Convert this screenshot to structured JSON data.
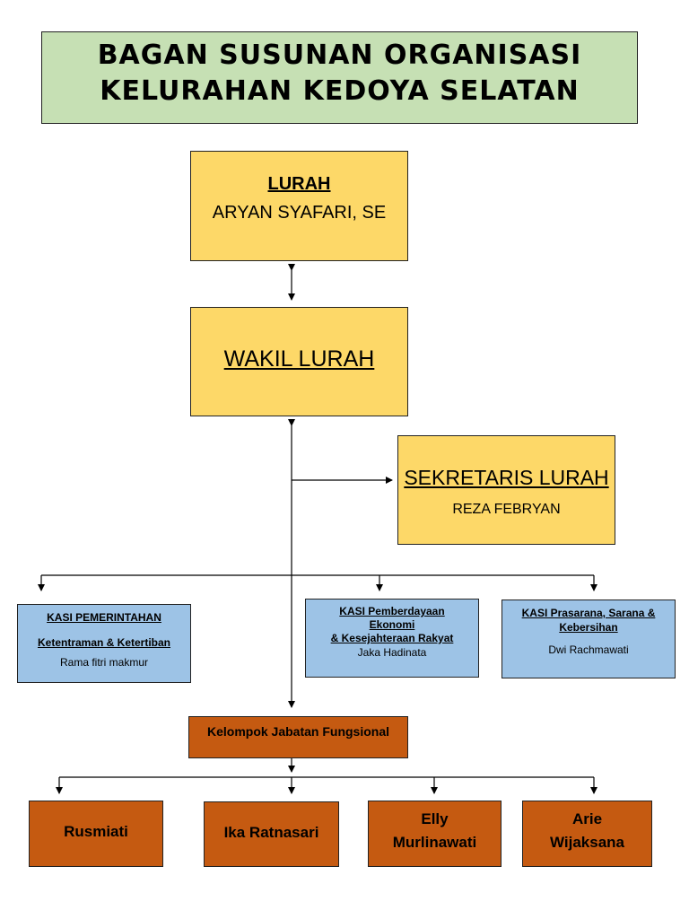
{
  "title": {
    "line1": "BAGAN SUSUNAN ORGANISASI",
    "line2": "KELURAHAN KEDOYA SELATAN"
  },
  "lurah": {
    "position": "LURAH",
    "name": "ARYAN SYAFARI, SE"
  },
  "wakil_lurah": {
    "position": "WAKIL LURAH"
  },
  "sekretaris": {
    "position": "SEKRETARIS LURAH",
    "name": "REZA FEBRYAN"
  },
  "kasi": [
    {
      "line1": "KASI PEMERINTAHAN",
      "line2": "Ketentraman & Ketertiban",
      "name": "Rama fitri makmur"
    },
    {
      "line1": "KASI Pemberdayaan",
      "line2": "Ekonomi",
      "line3": "& Kesejahteraan Rakyat",
      "name": "Jaka Hadinata"
    },
    {
      "line1": "KASI Prasarana, Sarana &",
      "line2": "Kebersihan",
      "name": "Dwi Rachmawati"
    }
  ],
  "fungsional": {
    "label": "Kelompok Jabatan Fungsional"
  },
  "staff": [
    {
      "line1": "Rusmiati"
    },
    {
      "line1": "Ika Ratnasari"
    },
    {
      "line1": "Elly",
      "line2": "Murlinawati"
    },
    {
      "line1": "Arie",
      "line2": "Wijaksana"
    }
  ],
  "colors": {
    "title_bg": "#c6e0b4",
    "leader_bg": "#fdd868",
    "kasi_bg": "#9dc3e6",
    "fungsional_bg": "#c55a11"
  }
}
